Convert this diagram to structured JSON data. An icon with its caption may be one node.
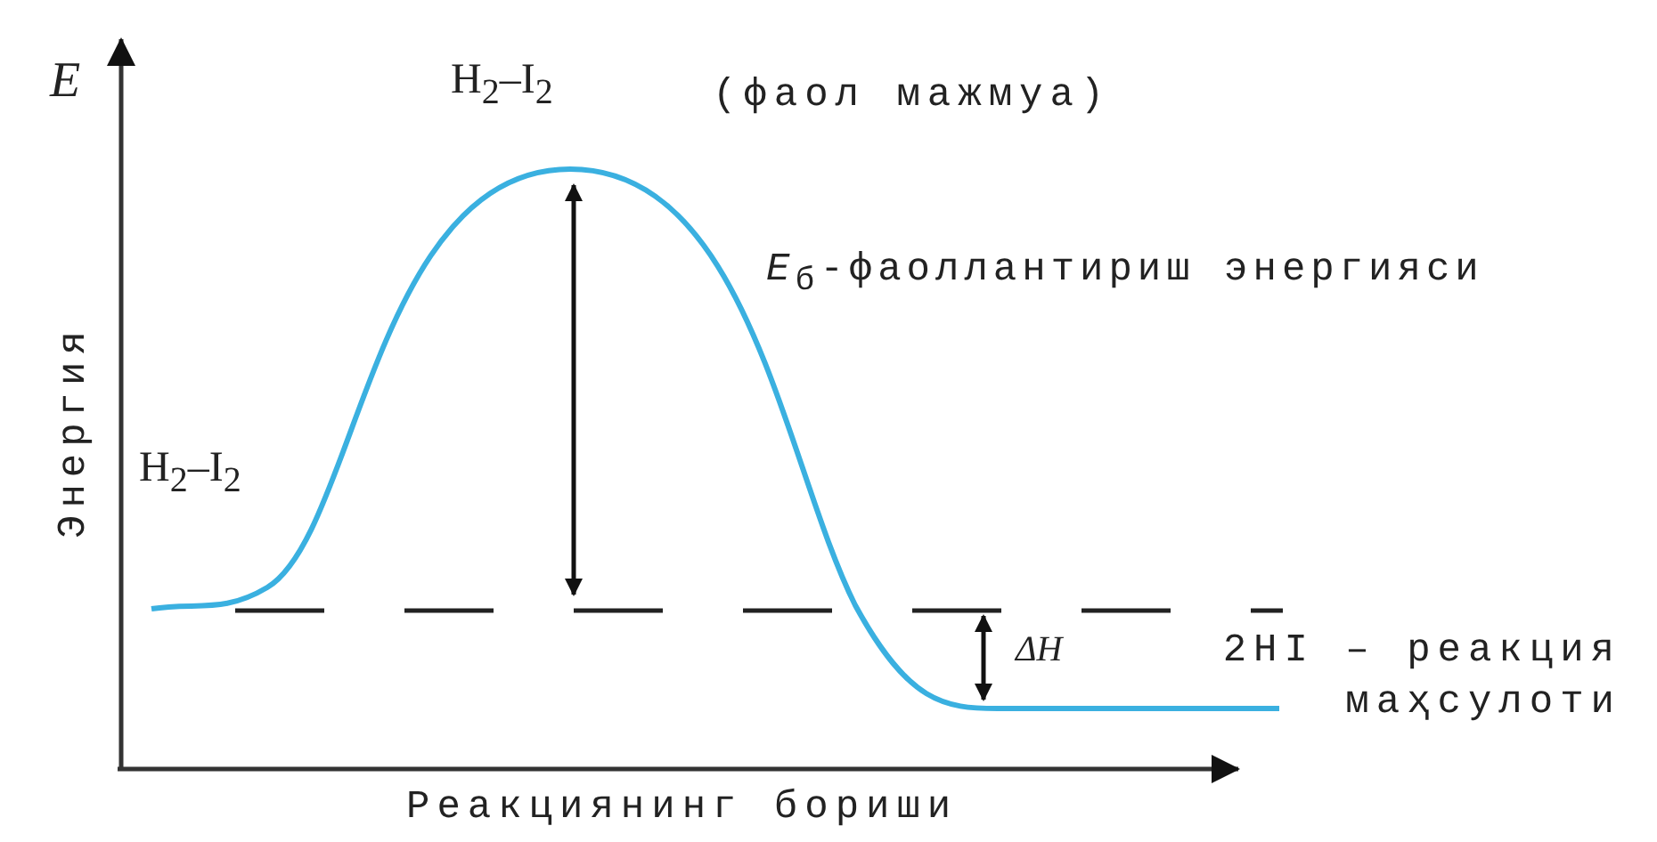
{
  "diagram": {
    "labels": [
      "*E*",
      "H$_{2}$–I$_{2}$",
      "(фаол мажмуа)",
      "*E*$_{б}$-фаоллантириш энергияси",
      "Энергия",
      "H$_{2}$–I$_{2}$",
      "ΔH",
      "2HI – реакция маҳсулоти",
      "Реакциянинг бориши"
    ]
  }
}
